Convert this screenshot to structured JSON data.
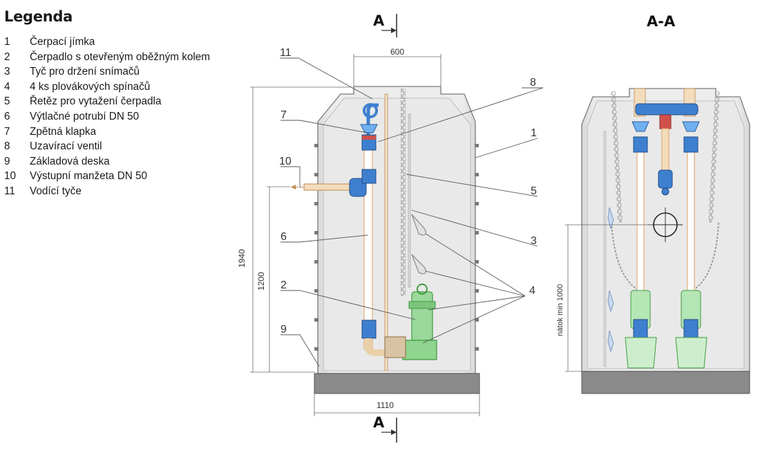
{
  "legend": {
    "title": "Legenda",
    "items": [
      {
        "num": "1",
        "text": "Čerpací jímka"
      },
      {
        "num": "2",
        "text": "Čerpadlo s otevřeným oběžným kolem"
      },
      {
        "num": "3",
        "text": "Tyč pro držení snímačů"
      },
      {
        "num": "4",
        "text": "4 ks plovákových spínačů"
      },
      {
        "num": "5",
        "text": "Řetěz pro vytažení čerpadla"
      },
      {
        "num": "6",
        "text": "Výtlačné potrubí DN 50"
      },
      {
        "num": "7",
        "text": "Zpětná klapka"
      },
      {
        "num": "8",
        "text": "Uzavírací ventil"
      },
      {
        "num": "9",
        "text": "Základová deska"
      },
      {
        "num": "10",
        "text": "Výstupní manžeta DN 50"
      },
      {
        "num": "11",
        "text": "Vodící tyče"
      }
    ]
  },
  "section_view": {
    "cut_marker_top": "A",
    "cut_marker_bottom": "A",
    "callouts": [
      "11",
      "8",
      "7",
      "1",
      "10",
      "5",
      "3",
      "6",
      "4",
      "2",
      "9"
    ],
    "dim_top": "600",
    "dim_height": "1940",
    "dim_inlet": "1200",
    "dim_width": "1110"
  },
  "cross_section": {
    "title": "A-A",
    "dim_inlet": "nátok min 1000"
  },
  "colors": {
    "tank": "#e6e6e6",
    "tank_edge": "#808080",
    "plinth": "#8a8a8a",
    "pipe_blue": "#3f7fd0",
    "pump_green": "#8fd48f",
    "pipe_orange": "#e0a060",
    "valve_red": "#e05555"
  }
}
